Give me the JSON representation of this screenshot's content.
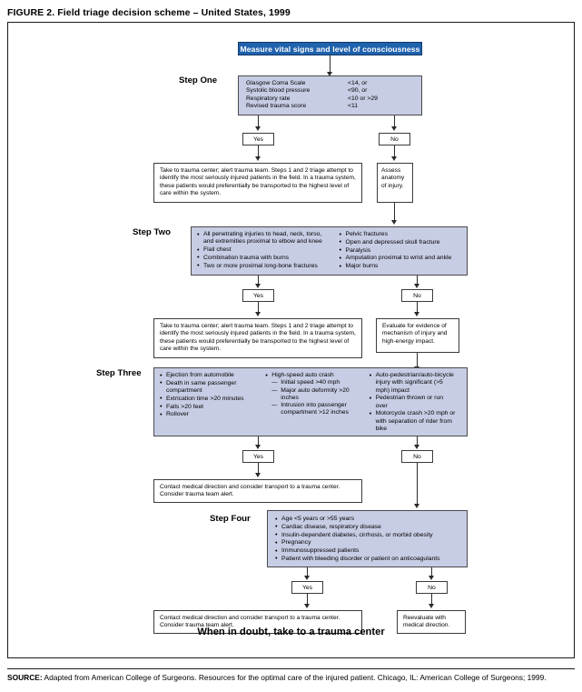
{
  "figure": {
    "title": "FIGURE 2. Field triage decision scheme – United States, 1999",
    "closing_statement": "When in doubt, take to a trauma center",
    "source_label": "SOURCE:",
    "source_text": " Adapted from American College of Surgeons. Resources for the optimal care of the injured patient. Chicago, IL: American College of Surgeons; 1999."
  },
  "colors": {
    "header_fill": "#1F62AD",
    "criteria_fill": "#c7cde4",
    "border": "#3b3b3b",
    "line": "#2b2b2b"
  },
  "labels": {
    "yes": "Yes",
    "no": "No",
    "step_one": "Step One",
    "step_two": "Step Two",
    "step_three": "Step Three",
    "step_four": "Step Four"
  },
  "header": {
    "text": "Measure vital signs and level of consciousness"
  },
  "step_one": {
    "criteria": [
      {
        "name": "Glasgow Coma Scale",
        "value": "<14, or"
      },
      {
        "name": "Systolic blood pressure",
        "value": "<90, or"
      },
      {
        "name": "Respiratory rate",
        "value": "<10 or >29"
      },
      {
        "name": "Revised trauma score",
        "value": "<11"
      }
    ],
    "yes_outcome": "Take to trauma center; alert trauma team. Steps 1 and 2 triage attempt to identify the most seriously injured patients in the field. In a trauma system, these patients would preferentially be transported to the highest level of care within the system.",
    "no_outcome": "Assess anatomy of injury."
  },
  "step_two": {
    "column_left": [
      "All penetrating injuries to head, neck, torso, and extremities proximal to elbow and knee",
      "Flail chest",
      "Combination trauma with burns",
      "Two or more proximal long-bone fractures"
    ],
    "column_right": [
      "Pelvic fractures",
      "Open and depressed skull fracture",
      "Paralysis",
      "Amputation proximal to wrist and ankle",
      "Major burns"
    ],
    "yes_outcome": "Take to trauma center; alert trauma team. Steps 1 and 2 triage attempt to identify the most seriously injured patients in the field. In a trauma system, these patients would preferentially be transported to the highest level of care within the system.",
    "no_outcome": "Evaluate for evidence of mechanism of injury and high-energy impact."
  },
  "step_three": {
    "column_left": [
      "Ejection from automobile",
      "Death in same passenger compartment",
      "Extrication time >20 minutes",
      "Falls >20 feet",
      "Rollover"
    ],
    "column_middle": [
      {
        "text": "High-speed auto crash",
        "subitems": [
          "Initial speed >40 mph",
          "Major auto deformity >20 inches",
          "Intrusion into passenger compartment >12 inches"
        ]
      }
    ],
    "column_right": [
      "Auto-pedestrian/auto-bicycle injury with significant (>5 mph) impact",
      "Pedestrian thrown or run over",
      "Motorcycle crash >20 mph or with separation of rider from bike"
    ],
    "yes_outcome": "Contact medical direction and consider transport to a trauma center. Consider trauma team alert."
  },
  "step_four": {
    "criteria": [
      "Age <5 years or >55 years",
      "Cardiac disease, respiratory disease",
      "Insulin-dependent diabetes, cirrhosis, or morbid obesity",
      "Pregnancy",
      "Immunosuppressed patients",
      "Patient with bleeding disorder or patient on anticoagulants"
    ],
    "yes_outcome": "Contact medical direction and consider transport to a trauma center. Consider trauma team alert.",
    "no_outcome": "Reevaluate with medical direction."
  }
}
